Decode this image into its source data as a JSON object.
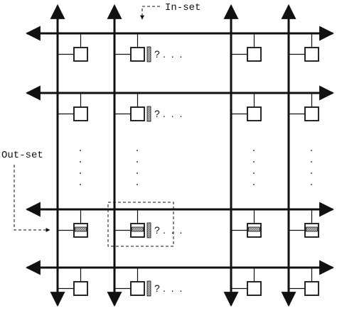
{
  "labels": {
    "in_set": "In-set",
    "out_set": "Out-set",
    "question": "?",
    "ellipsis": ". . ."
  },
  "colors": {
    "line": "#111111",
    "shade": "#9a9a9a",
    "background": "#ffffff"
  },
  "grid": {
    "horizontal_bus_count": 4,
    "vertical_bus_count": 4,
    "columns_with_question_marks": [
      1
    ],
    "highlighted_row": 2
  }
}
